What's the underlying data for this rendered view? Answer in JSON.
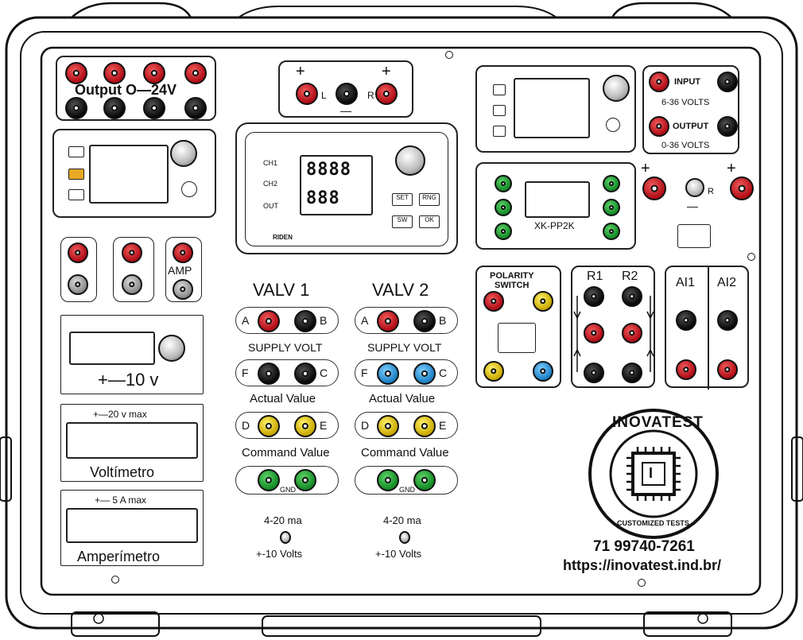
{
  "output_section": {
    "title": "Output O—24V"
  },
  "lr_section": {
    "left": "L",
    "right": "R",
    "plus_left": "+",
    "plus_right": "+",
    "minus": "—"
  },
  "psu_module": {
    "ch1": "CH1",
    "ch2": "CH2",
    "out": "OUT",
    "display_top": "8888",
    "display_bottom": "888",
    "brand": "RIDEN",
    "btn_set": "SET",
    "btn_rng": "RNG",
    "btn_sw": "SW",
    "btn_ok": "OK"
  },
  "input_output_section": {
    "input": "INPUT",
    "input_range": "6-36 VOLTS",
    "output": "OUTPUT",
    "output_range": "0-36 VOLTS"
  },
  "xk_module": {
    "label": "XK-PP2K"
  },
  "r_jack_section": {
    "r": "R",
    "plus_left": "+",
    "plus_right": "+",
    "minus": "—"
  },
  "meter_section": {
    "amp": "AMP"
  },
  "tension_panel": {
    "label": "+—10 v"
  },
  "voltmeter": {
    "range": "+—20 v max",
    "label": "Voltímetro"
  },
  "ammeter": {
    "range": "+— 5 A max",
    "label": "Amperímetro"
  },
  "valve1": {
    "title": "VALV  1",
    "a": "A",
    "b": "B",
    "supply": "SUPPLY VOLT",
    "f": "F",
    "c": "C",
    "actual": "Actual Value",
    "d": "D",
    "e": "E",
    "command": "Command Value",
    "gnd": "GND",
    "ma": "4-20 ma",
    "volts": "+-10 Volts"
  },
  "valve2": {
    "title": "VALV  2",
    "a": "A",
    "b": "B",
    "supply": "SUPPLY VOLT",
    "f": "F",
    "c": "C",
    "actual": "Actual Value",
    "d": "D",
    "e": "E",
    "command": "Command Value",
    "gnd": "GND",
    "ma": "4-20 ma",
    "volts": "+-10 Volts"
  },
  "polarity": {
    "title_1": "POLARITY",
    "title_2": "SWITCH"
  },
  "resistors": {
    "r1": "R1",
    "r2": "R2"
  },
  "analog_inputs": {
    "ai1": "AI1",
    "ai2": "AI2"
  },
  "brand": {
    "name": "INOVATEST",
    "tagline": "CUSTOMIZED TESTS",
    "chip_letter": "I",
    "phone": "71 99740-7261",
    "url": "https://inovatest.ind.br/"
  }
}
